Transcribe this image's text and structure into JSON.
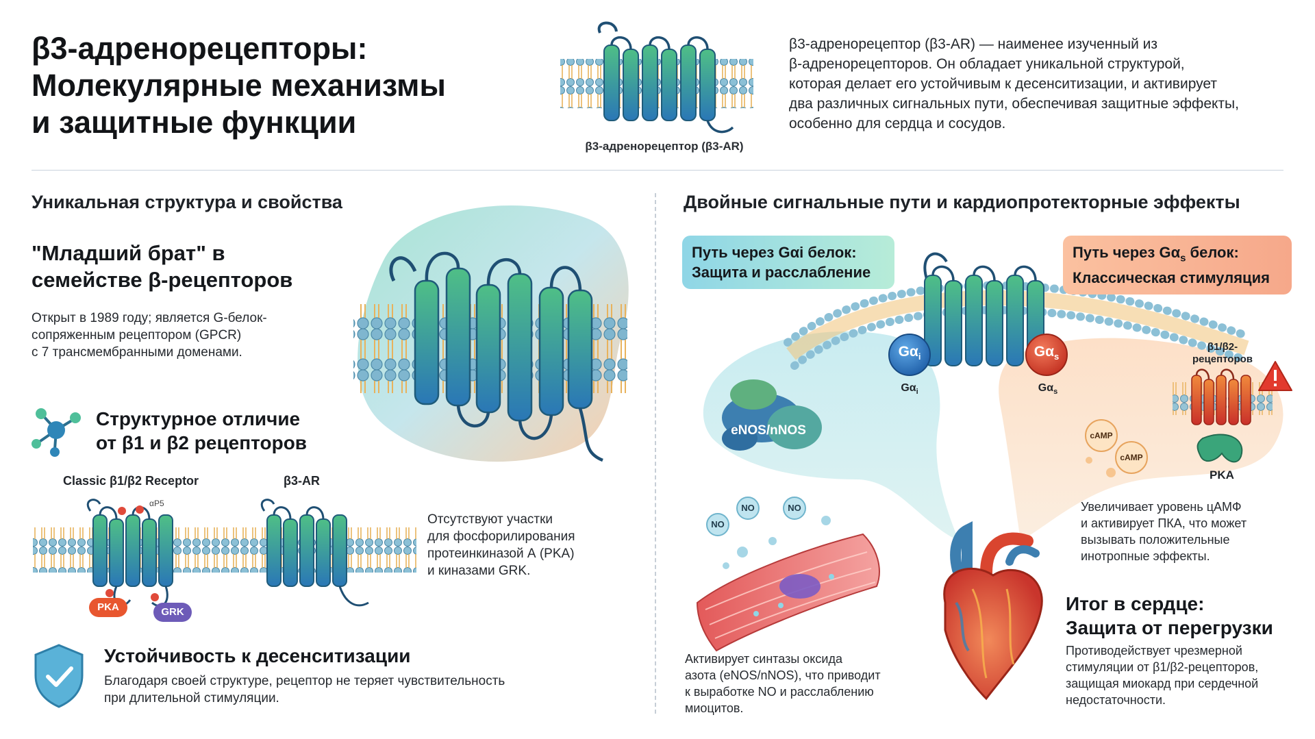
{
  "header": {
    "title_line1": "β3-адренорецепторы:",
    "title_line2": "Молекулярные механизмы",
    "title_line3": "и защитные функции",
    "receptor_caption": "β3-адренорецептор (β3-AR)",
    "intro_line1": "β3-адренорецептор (β3-AR) — наименее изученный из",
    "intro_line2": "β-адренорецепторов. Он обладает уникальной структурой,",
    "intro_line3": "которая делает его устойчивым к десенситизации, и активирует",
    "intro_line4": "два различных сигнальных пути, обеспечивая защитные эффекты,",
    "intro_line5": "особенно для сердца и сосудов."
  },
  "left": {
    "section_title": "Уникальная структура и свойства",
    "brother_title_line1": "\"Младший брат\" в",
    "brother_title_line2": "семействе β-рецепторов",
    "brother_text_line1": "Открыт в 1989 году; является G-белок-",
    "brother_text_line2": "сопряженным рецептором (GPCR)",
    "brother_text_line3": "с 7 трансмембранными доменами.",
    "diff_title_line1": "Структурное отличие",
    "diff_title_line2": "от β1 и β2 рецепторов",
    "classic_label": "Classic β1/β2 Receptor",
    "b3_label": "β3-AR",
    "phospho_label": "αP5",
    "pka_badge": "PKA",
    "grk_badge": "GRK",
    "diff_text_line1": "Отсутствуют участки",
    "diff_text_line2": "для фосфорилирования",
    "diff_text_line3": "протеинкиназой А (PKA)",
    "diff_text_line4": "и киназами GRK.",
    "resist_title": "Устойчивость к десенситизации",
    "resist_text_line1": "Благодаря своей структуре, рецептор не теряет чувствительность",
    "resist_text_line2": "при длительной стимуляции."
  },
  "right": {
    "section_title": "Двойные сигнальные пути и кардиопротекторные эффекты",
    "gi_pill_line1": "Путь через Gαi белок:",
    "gi_pill_line2": "Защита и расслабление",
    "gs_pill_line1_pre": "Путь через Gα",
    "gs_pill_line1_sub": "s",
    "gs_pill_line1_post": " белок:",
    "gs_pill_line2": "Классическая стимуляция",
    "gai_symbol": "Gα",
    "gai_sub": "i",
    "gas_symbol": "Gα",
    "gas_sub": "s",
    "enos_label": "eNOS/nNOS",
    "no_label": "NO",
    "camp_label": "cAMP",
    "pka_label": "PKA",
    "b12_label_line1": "β1/β2-",
    "b12_label_line2": "рецепторов",
    "camp_text_line1": "Увеличивает уровень цАМФ",
    "camp_text_line2": "и активирует ПКА, что может",
    "camp_text_line3": "вызывать положительные",
    "camp_text_line4": "инотропные эффекты.",
    "nos_text_line1": "Активирует синтазы оксида",
    "nos_text_line2": "азота (eNOS/nNOS), что приводит",
    "nos_text_line3": "к выработке NO и расслаблению",
    "nos_text_line4": "миоцитов.",
    "heart_title_line1": "Итог в сердце:",
    "heart_title_line2": "Защита от перегрузки",
    "heart_text_line1": "Противодействует чрезмерной",
    "heart_text_line2": "стимуляции от β1/β2-рецепторов,",
    "heart_text_line3": "защищая миокард при сердечной",
    "heart_text_line4": "недостаточности."
  },
  "colors": {
    "helix_green": "#3aa57a",
    "helix_blue": "#2b7db5",
    "gi_blue": "#2b78c5",
    "gs_red": "#d8432c",
    "pka_badge": "#e8562f",
    "grk_badge": "#6d5bb8"
  },
  "icons": [
    "molecule-icon",
    "shield-check-icon",
    "warning-icon",
    "heart-icon"
  ]
}
